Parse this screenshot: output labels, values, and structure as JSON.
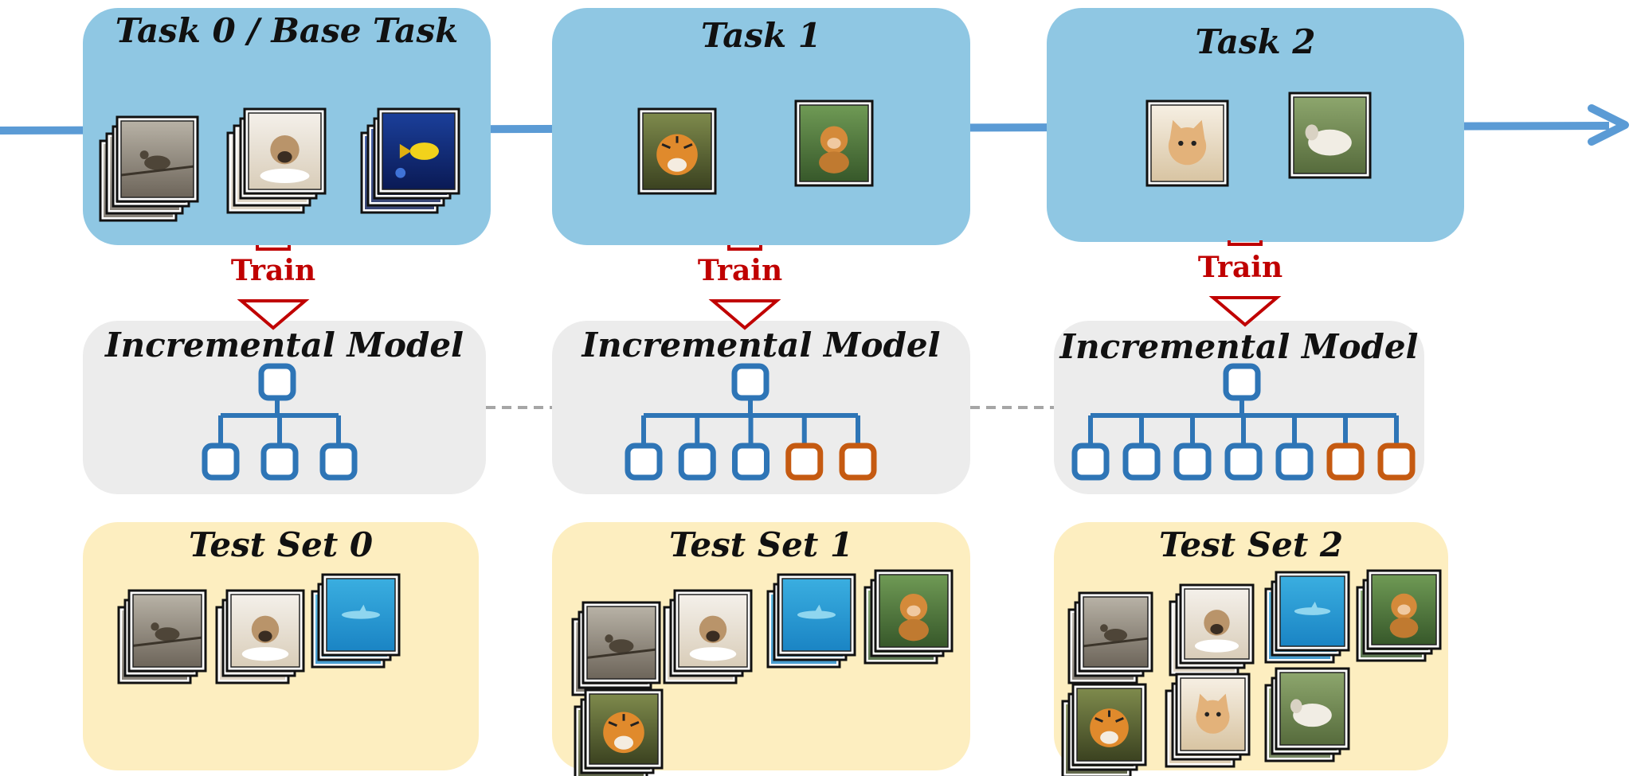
{
  "tasks": [
    {
      "title": "Task 0 / Base Task",
      "images": [
        "bird-photo",
        "dog-photo",
        "fish-photo"
      ]
    },
    {
      "title": "Task 1",
      "images": [
        "tiger-photo",
        "monkey-photo"
      ]
    },
    {
      "title": "Task 2",
      "images": [
        "cat-photo",
        "sheep-photo"
      ]
    }
  ],
  "train_label": "Train",
  "models": [
    {
      "title": "Incremental Model",
      "old_leaves": 3,
      "new_leaves": 0
    },
    {
      "title": "Incremental Model",
      "old_leaves": 3,
      "new_leaves": 2
    },
    {
      "title": "Incremental Model",
      "old_leaves": 5,
      "new_leaves": 2
    }
  ],
  "test_sets": [
    {
      "title": "Test Set 0",
      "images": [
        "bird-photo",
        "dog-photo",
        "shark-photo"
      ]
    },
    {
      "title": "Test Set 1",
      "images": [
        "bird-photo",
        "dog-photo",
        "shark-photo",
        "monkey-photo",
        "tiger-photo"
      ]
    },
    {
      "title": "Test Set 2",
      "images": [
        "bird-photo",
        "dog-photo",
        "shark-photo",
        "monkey-photo",
        "tiger-photo",
        "cat-photo",
        "sheep-photo"
      ]
    }
  ],
  "colors": {
    "timeline": "#5b9bd5",
    "task_panel": "#8fc7e3",
    "model_panel": "#ececec",
    "test_panel": "#fdeec0",
    "old_class_node": "#2e75b6",
    "new_class_node": "#c55a11",
    "train_arrow": "#c00000"
  }
}
